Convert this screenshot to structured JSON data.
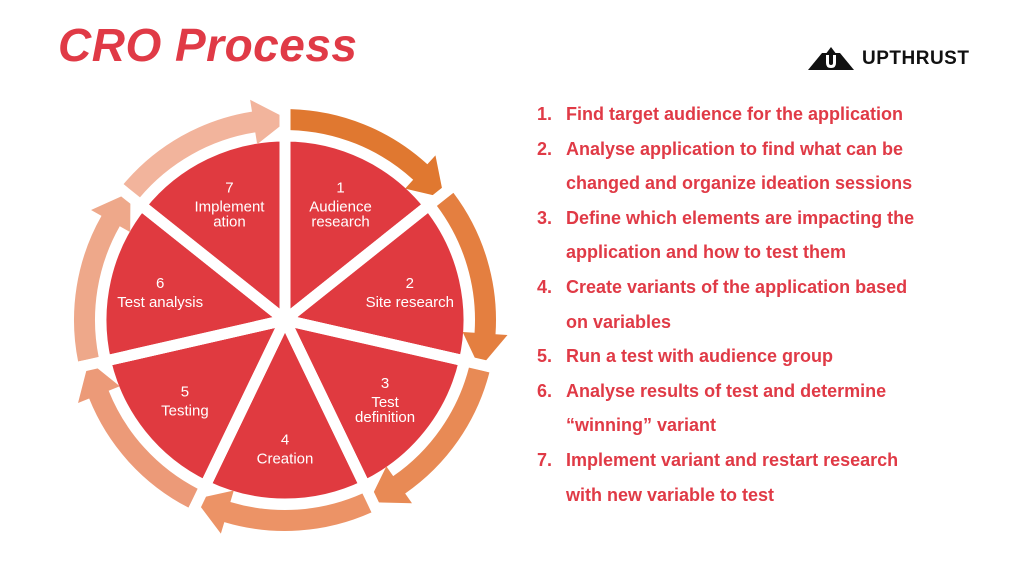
{
  "title": "CRO Process",
  "logo": {
    "text": "UPTHRUST"
  },
  "cycle": {
    "segments": [
      {
        "num": "1",
        "lines": [
          "Audience",
          "research"
        ]
      },
      {
        "num": "2",
        "lines": [
          "Site research"
        ]
      },
      {
        "num": "3",
        "lines": [
          "Test",
          "definition"
        ]
      },
      {
        "num": "4",
        "lines": [
          "Creation"
        ]
      },
      {
        "num": "5",
        "lines": [
          "Testing"
        ]
      },
      {
        "num": "6",
        "lines": [
          "Test analysis"
        ]
      },
      {
        "num": "7",
        "lines": [
          "Implement",
          "ation"
        ]
      }
    ],
    "wedge_color": "#E03A40",
    "arrow_colors": [
      "#E07830",
      "#E47F40",
      "#E88A55",
      "#EC9366",
      "#EC9A78",
      "#EEA88A",
      "#F2B49C"
    ]
  },
  "steps": [
    {
      "num": "1.",
      "lines": [
        "Find target audience for the application"
      ]
    },
    {
      "num": "2.",
      "lines": [
        "Analyse application to find what can be",
        "changed and organize ideation sessions"
      ]
    },
    {
      "num": "3.",
      "lines": [
        "Define which elements are impacting the",
        "application and how to test them"
      ]
    },
    {
      "num": "4.",
      "lines": [
        "Create variants of the application based",
        "on variables"
      ]
    },
    {
      "num": "5.",
      "lines": [
        "Run a test with audience group"
      ]
    },
    {
      "num": "6.",
      "lines": [
        "Analyse results of test and determine",
        "“winning” variant"
      ]
    },
    {
      "num": "7.",
      "lines": [
        "Implement variant and restart research",
        "with new variable to test"
      ]
    }
  ]
}
